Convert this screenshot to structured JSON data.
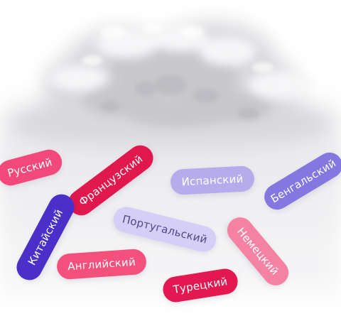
{
  "languages": {
    "russian": "Русский",
    "french": "Французский",
    "spanish": "Испанский",
    "bengali": "Бенгальский",
    "chinese": "Китайский",
    "portuguese": "Португальский",
    "german": "Немецкий",
    "english": "Английский",
    "turkish": "Турецкий"
  },
  "colors": {
    "pink": "#f0497a",
    "red": "#e0184d",
    "lavender": "#b6acec",
    "lavender_light": "#d5cef6",
    "violet": "#8477df",
    "indigo": "#4a30c9",
    "salmon": "#f582a3",
    "crimson": "#e31850"
  },
  "icons": {
    "background": "cloud-icon"
  }
}
